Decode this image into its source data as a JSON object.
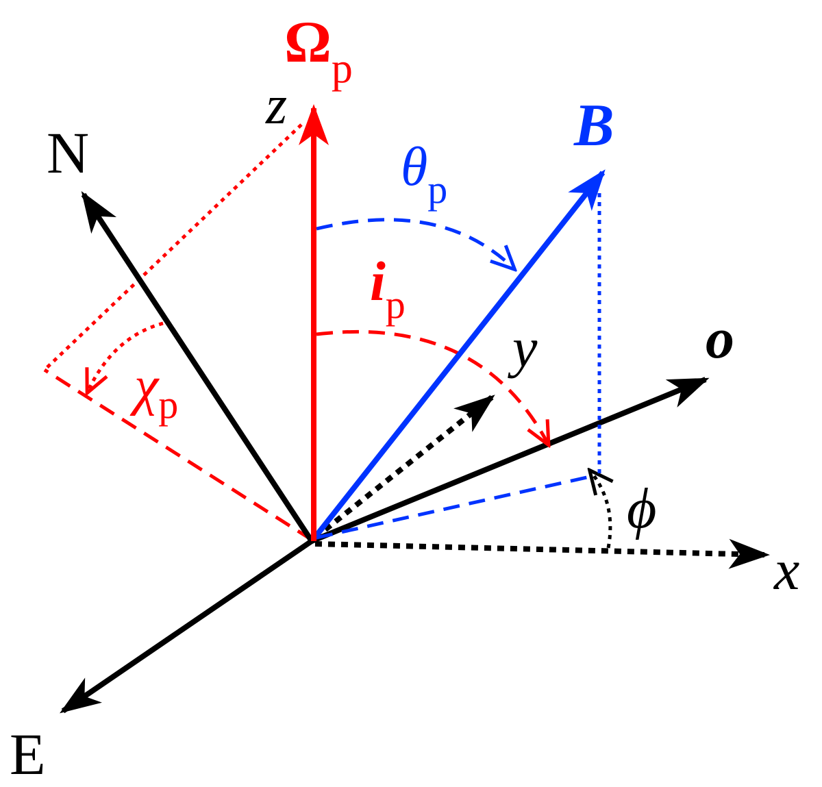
{
  "colors": {
    "black": "#000000",
    "red": "#ff0000",
    "blue": "#0033ff"
  },
  "labels": {
    "omega": {
      "main": "Ω",
      "sub": "p"
    },
    "z": "z",
    "n": "N",
    "b": "B",
    "theta": {
      "main": "θ",
      "sub": "p"
    },
    "i": {
      "main": "i",
      "sub": "p"
    },
    "chi": {
      "main": "χ",
      "sub": "p"
    },
    "y": "y",
    "o": "o",
    "phi": "ϕ",
    "x": "x",
    "e": "E"
  }
}
